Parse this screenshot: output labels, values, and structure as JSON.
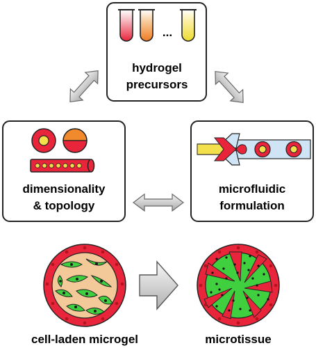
{
  "boxes": {
    "hydrogel": {
      "line1": "hydrogel",
      "line2": "precursors",
      "ellipsis": "..."
    },
    "dimensionality": {
      "line1": "dimensionality",
      "line2": "& topology"
    },
    "microfluidic": {
      "line1": "microfluidic",
      "line2": "formulation"
    }
  },
  "captions": {
    "left": "cell-laden microgel",
    "right": "microtissue"
  },
  "colors": {
    "red": "#e8253a",
    "orange": "#f08a2c",
    "yellow": "#f4e04a",
    "tube_pink": "#f04a5e",
    "channel": "#cfe5f6",
    "tissue_green": "#3fcf3f",
    "tan": "#f3c99a",
    "arrow_gray": "#bdbdbd"
  }
}
